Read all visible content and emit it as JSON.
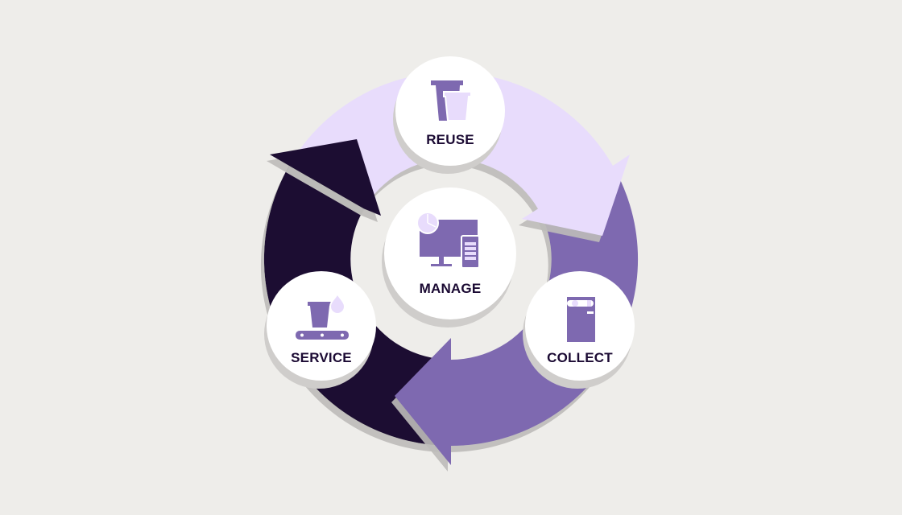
{
  "diagram": {
    "type": "cycle",
    "steps": [
      {
        "label": "REUSE",
        "icon": "cups-icon"
      },
      {
        "label": "COLLECT",
        "icon": "collection-bin-icon"
      },
      {
        "label": "SERVICE",
        "icon": "cup-wash-conveyor-icon"
      }
    ],
    "center": {
      "label": "MANAGE",
      "icon": "monitor-dashboard-icon"
    }
  },
  "colors": {
    "background": "#eeedea",
    "light": "#e8dcfc",
    "medium": "#7e69b0",
    "dark": "#1b0a33"
  }
}
